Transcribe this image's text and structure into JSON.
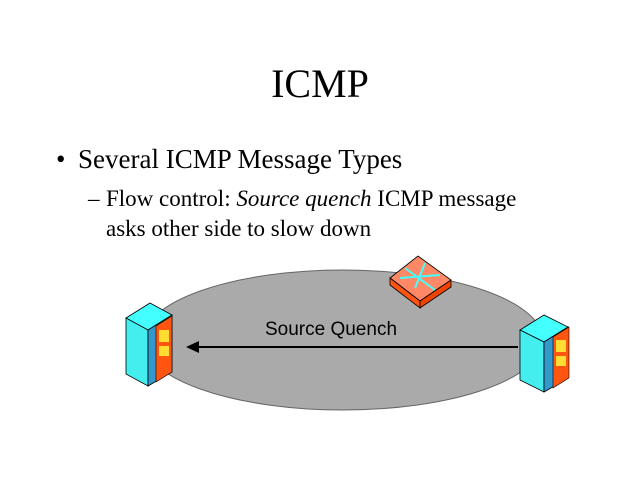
{
  "slide": {
    "title": "ICMP",
    "bullet_marker": "•",
    "bullet": "Several ICMP Message Types",
    "sub_marker": "–",
    "sub_prefix": "Flow control: ",
    "sub_italic": "Source quench",
    "sub_rest": " ICMP message",
    "sub_line2": "asks other side to slow down"
  },
  "diagram": {
    "arrow_label": "Source Quench",
    "colors": {
      "network": "#aaaaaa",
      "server_front": "#44ffff",
      "server_side": "#3399cc",
      "server_panel": "#ff5511",
      "router": "#ff8866"
    }
  }
}
